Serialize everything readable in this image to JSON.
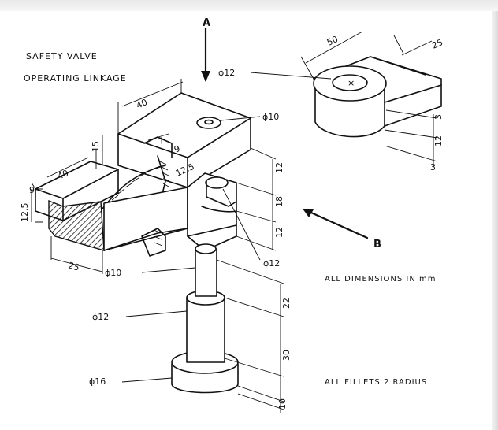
{
  "title_line1": "SAFETY VALVE",
  "title_line2": "OPERATING LINKAGE",
  "view_a": "A",
  "view_b": "B",
  "note_units": "ALL DIMENSIONS IN mm",
  "note_fillets": "ALL FILLETS 2 RADIUS",
  "main_part": {
    "dim_top_length": "40",
    "dim_hole": "ϕ10",
    "dim_height": "15",
    "dim_slot_width": "7",
    "dim_slot_depth": "9",
    "dim_web": "12.5",
    "dim_left_length": "40",
    "dim_base_thickness": "12.5",
    "dim_base_9": "9",
    "dim_bottom_width": "25",
    "dim_jaw_12a": "12",
    "dim_jaw_18": "18",
    "dim_jaw_12b": "12",
    "dim_jaw_hole": "ϕ12"
  },
  "link_part": {
    "dim_length": "50",
    "dim_width": "25",
    "dim_boss": "ϕ12",
    "dim_3a": "3",
    "dim_12": "12",
    "dim_3b": "3"
  },
  "pin_part": {
    "dim_d10": "ϕ10",
    "dim_d12": "ϕ12",
    "dim_d16": "ϕ16",
    "dim_22": "22",
    "dim_30": "30",
    "dim_10": "10"
  }
}
